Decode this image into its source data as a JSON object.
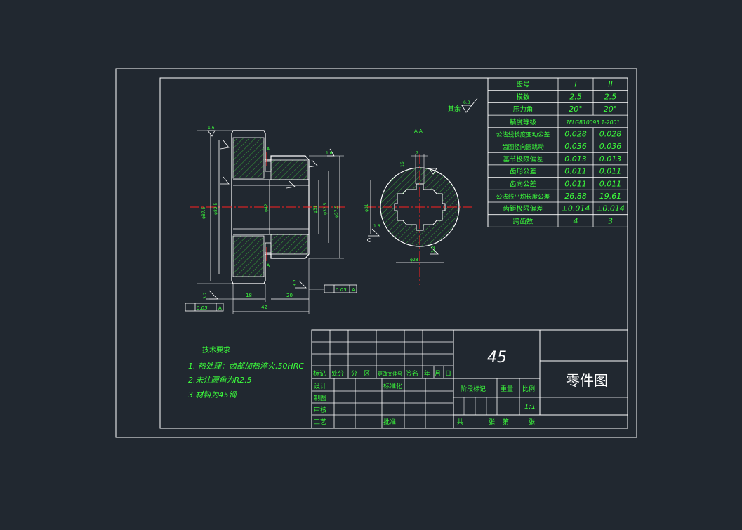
{
  "drawing": {
    "title": "零件图",
    "material": "45",
    "scale": "1:1",
    "section_label": "A-A",
    "section_mark": "A",
    "surface_rest_label": "其余",
    "surface_rest_value": "6.3"
  },
  "gear_params": {
    "rows": [
      {
        "label": "齿号",
        "v1": "I",
        "v2": "II"
      },
      {
        "label": "模数",
        "v1": "2.5",
        "v2": "2.5"
      },
      {
        "label": "压力角",
        "v1": "20°",
        "v2": "20°"
      },
      {
        "label": "精度等级",
        "v1": "7FLGB10095.1-2001",
        "v2": ""
      },
      {
        "label": "公法线长度变动公差",
        "v1": "0.028",
        "v2": "0.028"
      },
      {
        "label": "齿圈径向圆跳动",
        "v1": "0.036",
        "v2": "0.036"
      },
      {
        "label": "基节极限偏差",
        "v1": "0.013",
        "v2": "0.013"
      },
      {
        "label": "齿形公差",
        "v1": "0.011",
        "v2": "0.011"
      },
      {
        "label": "齿向公差",
        "v1": "0.011",
        "v2": "0.011"
      },
      {
        "label": "公法线平均长度公差",
        "v1": "26.88",
        "v2": "19.61"
      },
      {
        "label": "齿距极限偏差",
        "v1": "±0.014",
        "v2": "±0.014"
      },
      {
        "label": "跨齿数",
        "v1": "4",
        "v2": "3"
      }
    ]
  },
  "tech_req": {
    "title": "技术要求",
    "items": [
      "1. 热处理：齿部加热淬火,50HRC",
      "2.未注圆角为R2.5",
      "3.材料为45钢"
    ]
  },
  "title_block": {
    "row_labels": [
      "标记",
      "处分",
      "分",
      "区",
      "更改文件号",
      "签名",
      "年",
      "月",
      "日"
    ],
    "design": "设计",
    "standardize": "标准化",
    "drawing": "制图",
    "review": "审核",
    "process": "工艺",
    "approve": "批准",
    "stage": "阶段标记",
    "weight": "重量",
    "ratio": "比例",
    "total": "共",
    "sheets": "张",
    "number": "第",
    "sheet": "张"
  },
  "dims": {
    "overall_length": "42",
    "hub_length_left": "18",
    "hub_length_right": "20",
    "dia_outer": "φ87.5",
    "dia_outer2": "φ82.5",
    "dia_bore": "φ42",
    "dia_hub": "φ32.5",
    "dia_hub2": "φ31",
    "dia_hub3": "φ57.5",
    "tol_1": "0.05",
    "tol_2": "0.05",
    "chamfer_a": "1.6",
    "chamfer_b": "1.6",
    "chamfer_c": "3.2",
    "chamfer_d": "3.2",
    "spline_d": "φ28",
    "spline_w": "7",
    "side_16": "16",
    "ra_16": "1.6",
    "ra_32": "3.2"
  },
  "colors": {
    "background": "#212830",
    "frame": "#ffffff",
    "geometry": "#ffffff",
    "text": "#3cff3c",
    "hatch": "#3cc83c",
    "centerline": "#ff2020"
  }
}
